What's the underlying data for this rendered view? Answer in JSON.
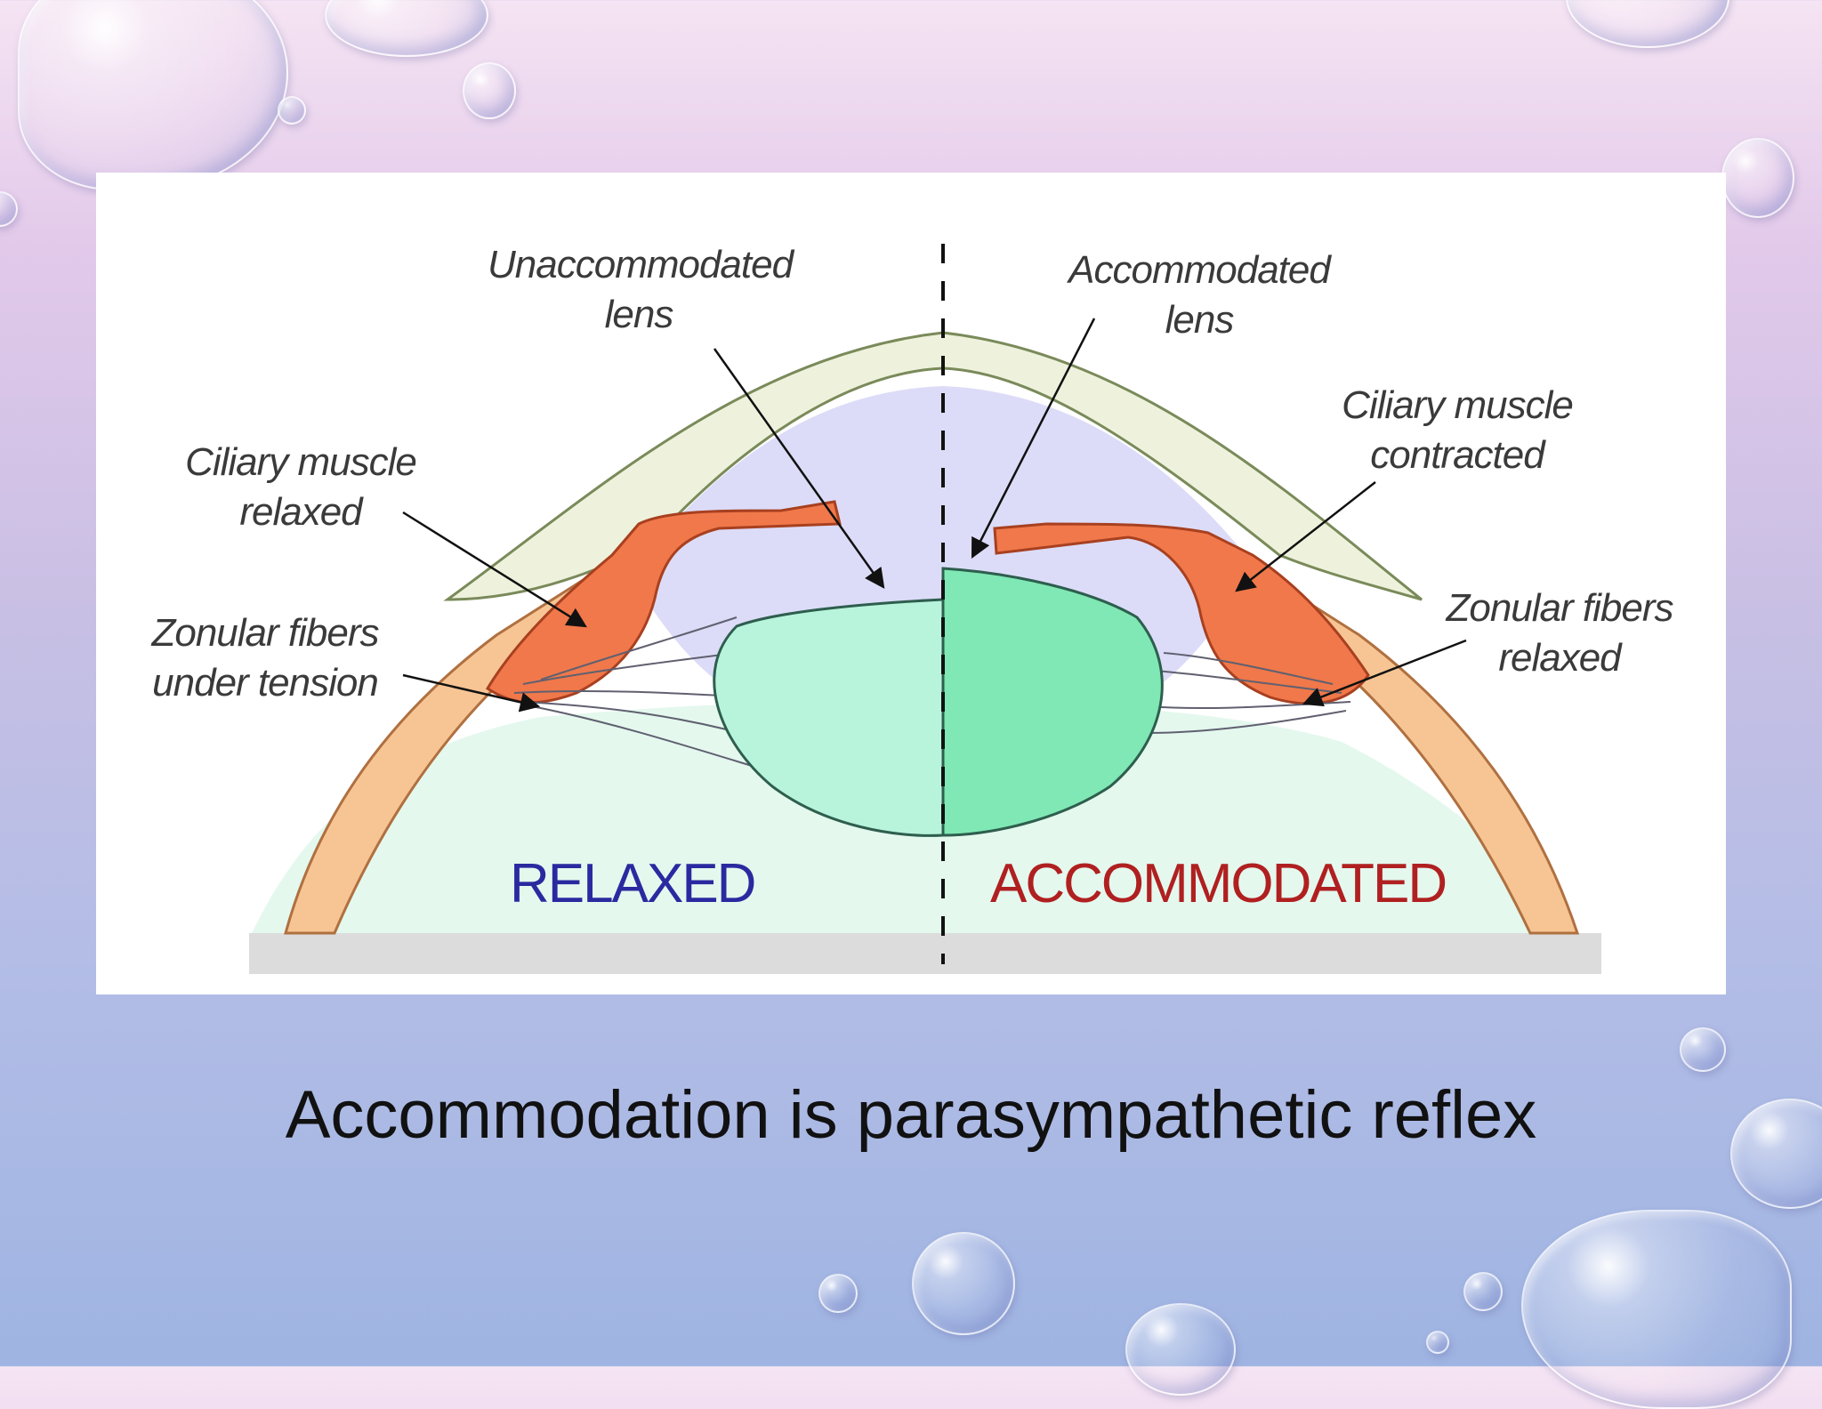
{
  "diagram": {
    "labels": {
      "unaccommodated_lens": [
        "Unaccommodated",
        "lens"
      ],
      "accommodated_lens": [
        "Accommodated",
        "lens"
      ],
      "ciliary_relaxed": [
        "Ciliary muscle",
        "relaxed"
      ],
      "ciliary_contracted": [
        "Ciliary muscle",
        "contracted"
      ],
      "zonular_tension": [
        "Zonular fibers",
        "under tension"
      ],
      "zonular_relaxed": [
        "Zonular fibers",
        "relaxed"
      ]
    },
    "relaxed_label": "RELAXED",
    "accommodated_label": "ACCOMMODATED",
    "colors": {
      "relaxed_text": "#2a2aa0",
      "accommodated_text": "#b02020",
      "ciliary_muscle": "#f0784a",
      "lens_relaxed": "#b8f4dc",
      "lens_accommodated": "#7fe8b4",
      "vitreous": "#e4f8ee",
      "anterior_chamber": "#dcdcf8",
      "sclera": "#f7c594",
      "cornea": "#eef2dc"
    }
  },
  "caption": "Accommodation is parasympathetic reflex"
}
